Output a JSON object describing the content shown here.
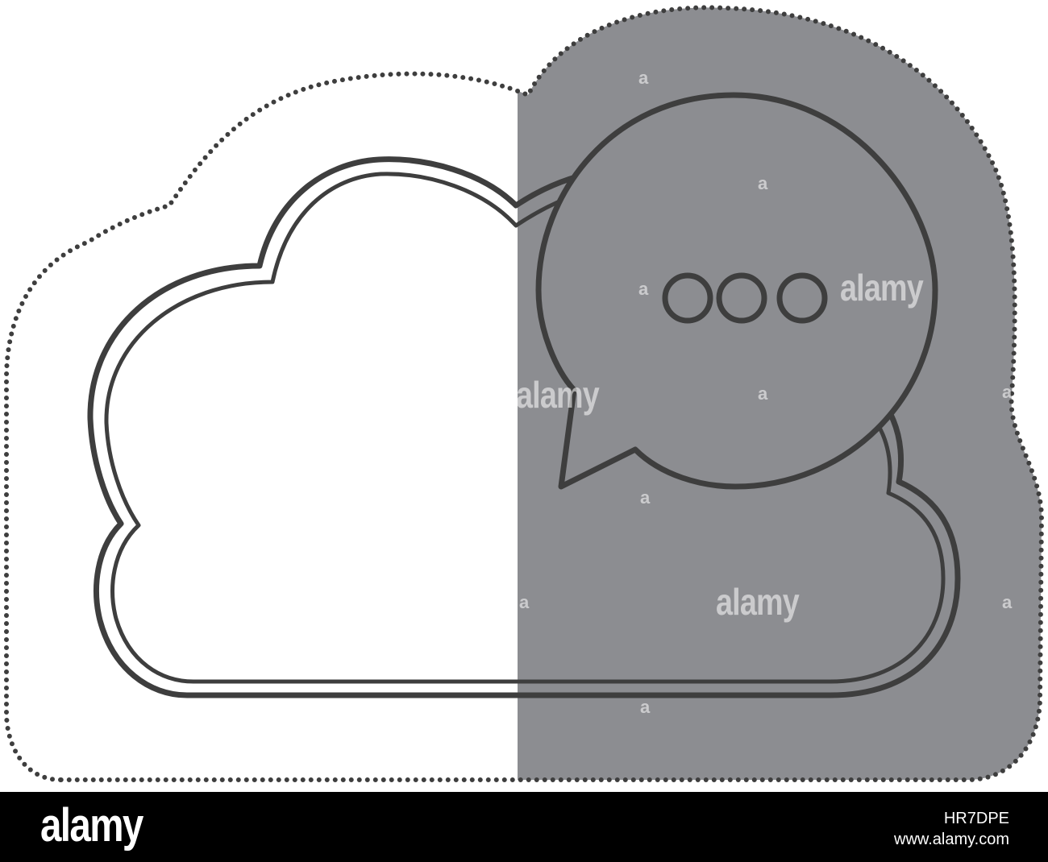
{
  "colors": {
    "outline": "#3e3e3e",
    "shadow": "#8c8d91",
    "background": "#ffffff",
    "footer_background": "#000000",
    "footer_text": "#ffffff"
  },
  "icon": "cloud-with-chat-bubble-icon",
  "watermark": {
    "word": "alamy",
    "mark": "a"
  },
  "footer": {
    "logo": "alamy",
    "image_id": "HR7DPE",
    "url": "www.alamy.com"
  }
}
